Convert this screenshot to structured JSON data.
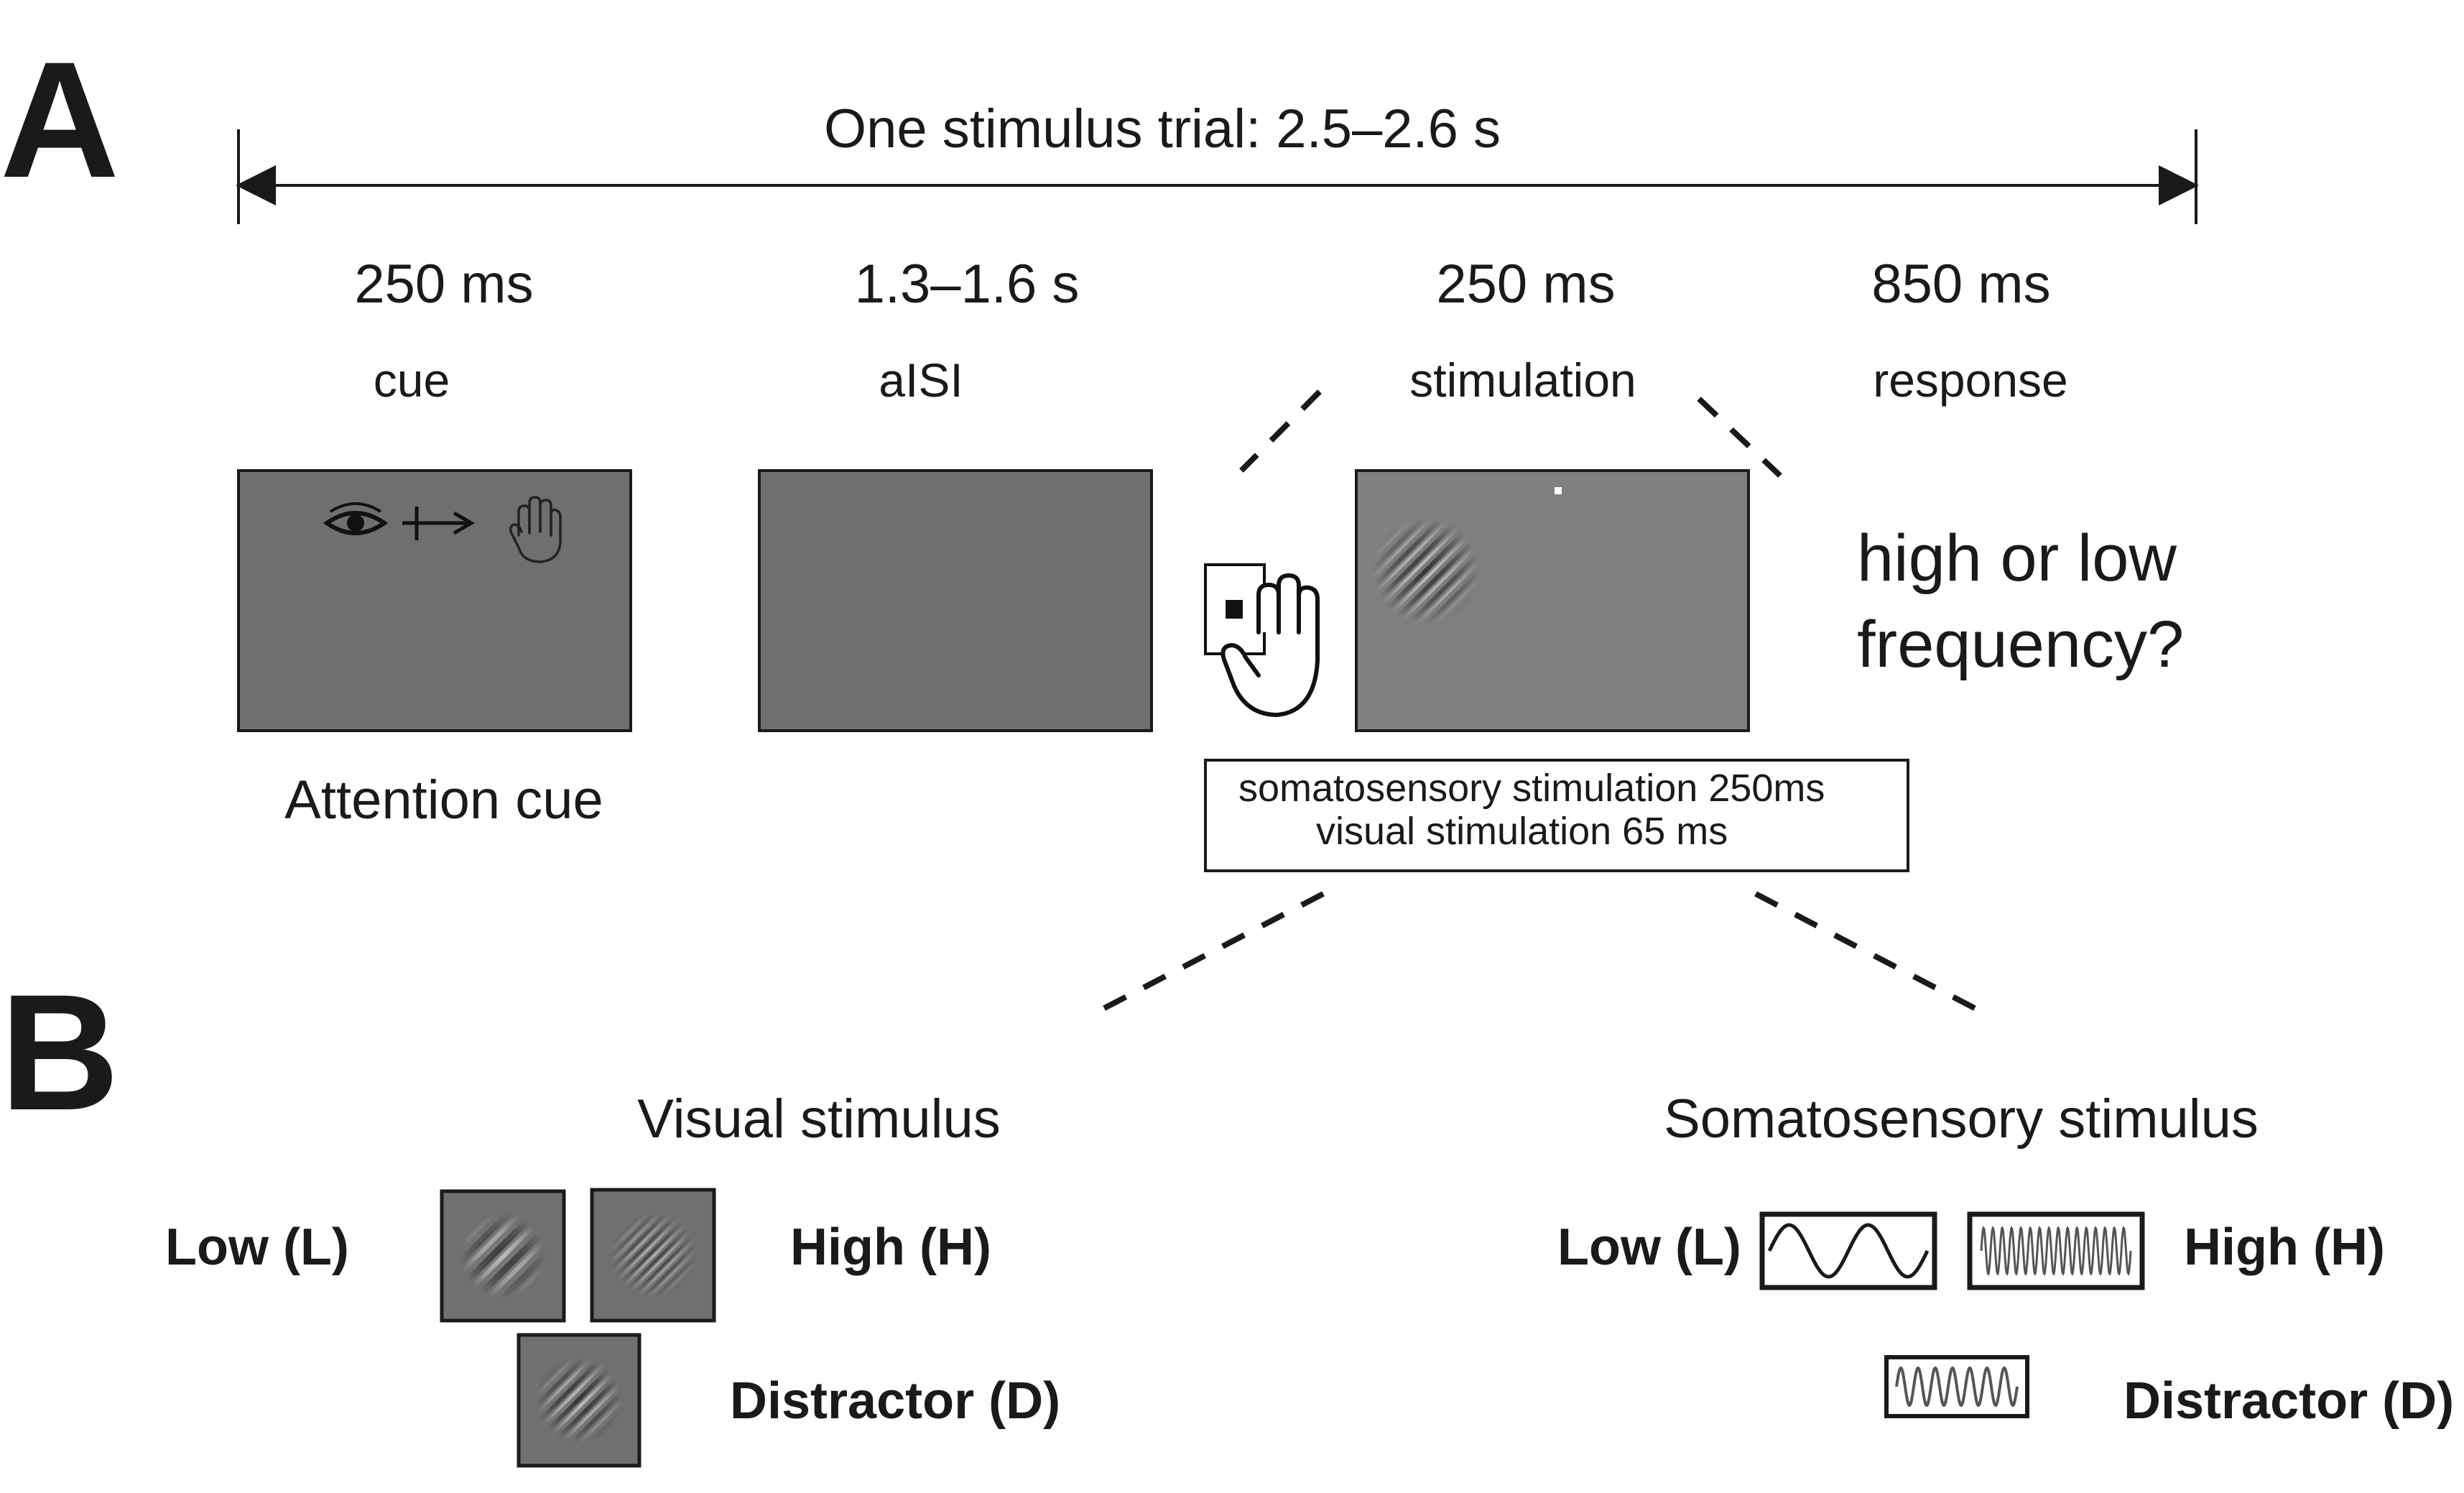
{
  "panel_a": {
    "letter": "A",
    "trial_label": "One stimulus trial: 2.5–2.6 s",
    "phases": [
      {
        "duration": "250 ms",
        "name": "cue"
      },
      {
        "duration": "1.3–1.6 s",
        "name": "aISI"
      },
      {
        "duration": "250 ms",
        "name": "stimulation"
      },
      {
        "duration": "850 ms",
        "name": "response"
      }
    ],
    "cue_caption": "Attention cue",
    "question_line1": "high or low",
    "question_line2": "frequency?",
    "stim_box_line1": "somatosensory stimulation 250ms",
    "stim_box_line2": "visual stimulation 65 ms"
  },
  "panel_b": {
    "letter": "B",
    "visual_title": "Visual stimulus",
    "somato_title": "Somatosensory stimulus",
    "visual_low": "Low (L)",
    "visual_high": "High (H)",
    "visual_distractor": "Distractor (D)",
    "somato_low": "Low (L)",
    "somato_high": "High (H)",
    "somato_distractor": "Distractor (D)"
  },
  "colors": {
    "screen_gray": "#6f6f6f",
    "screen_gray_light": "#808080",
    "ink": "#1a1a1a"
  }
}
